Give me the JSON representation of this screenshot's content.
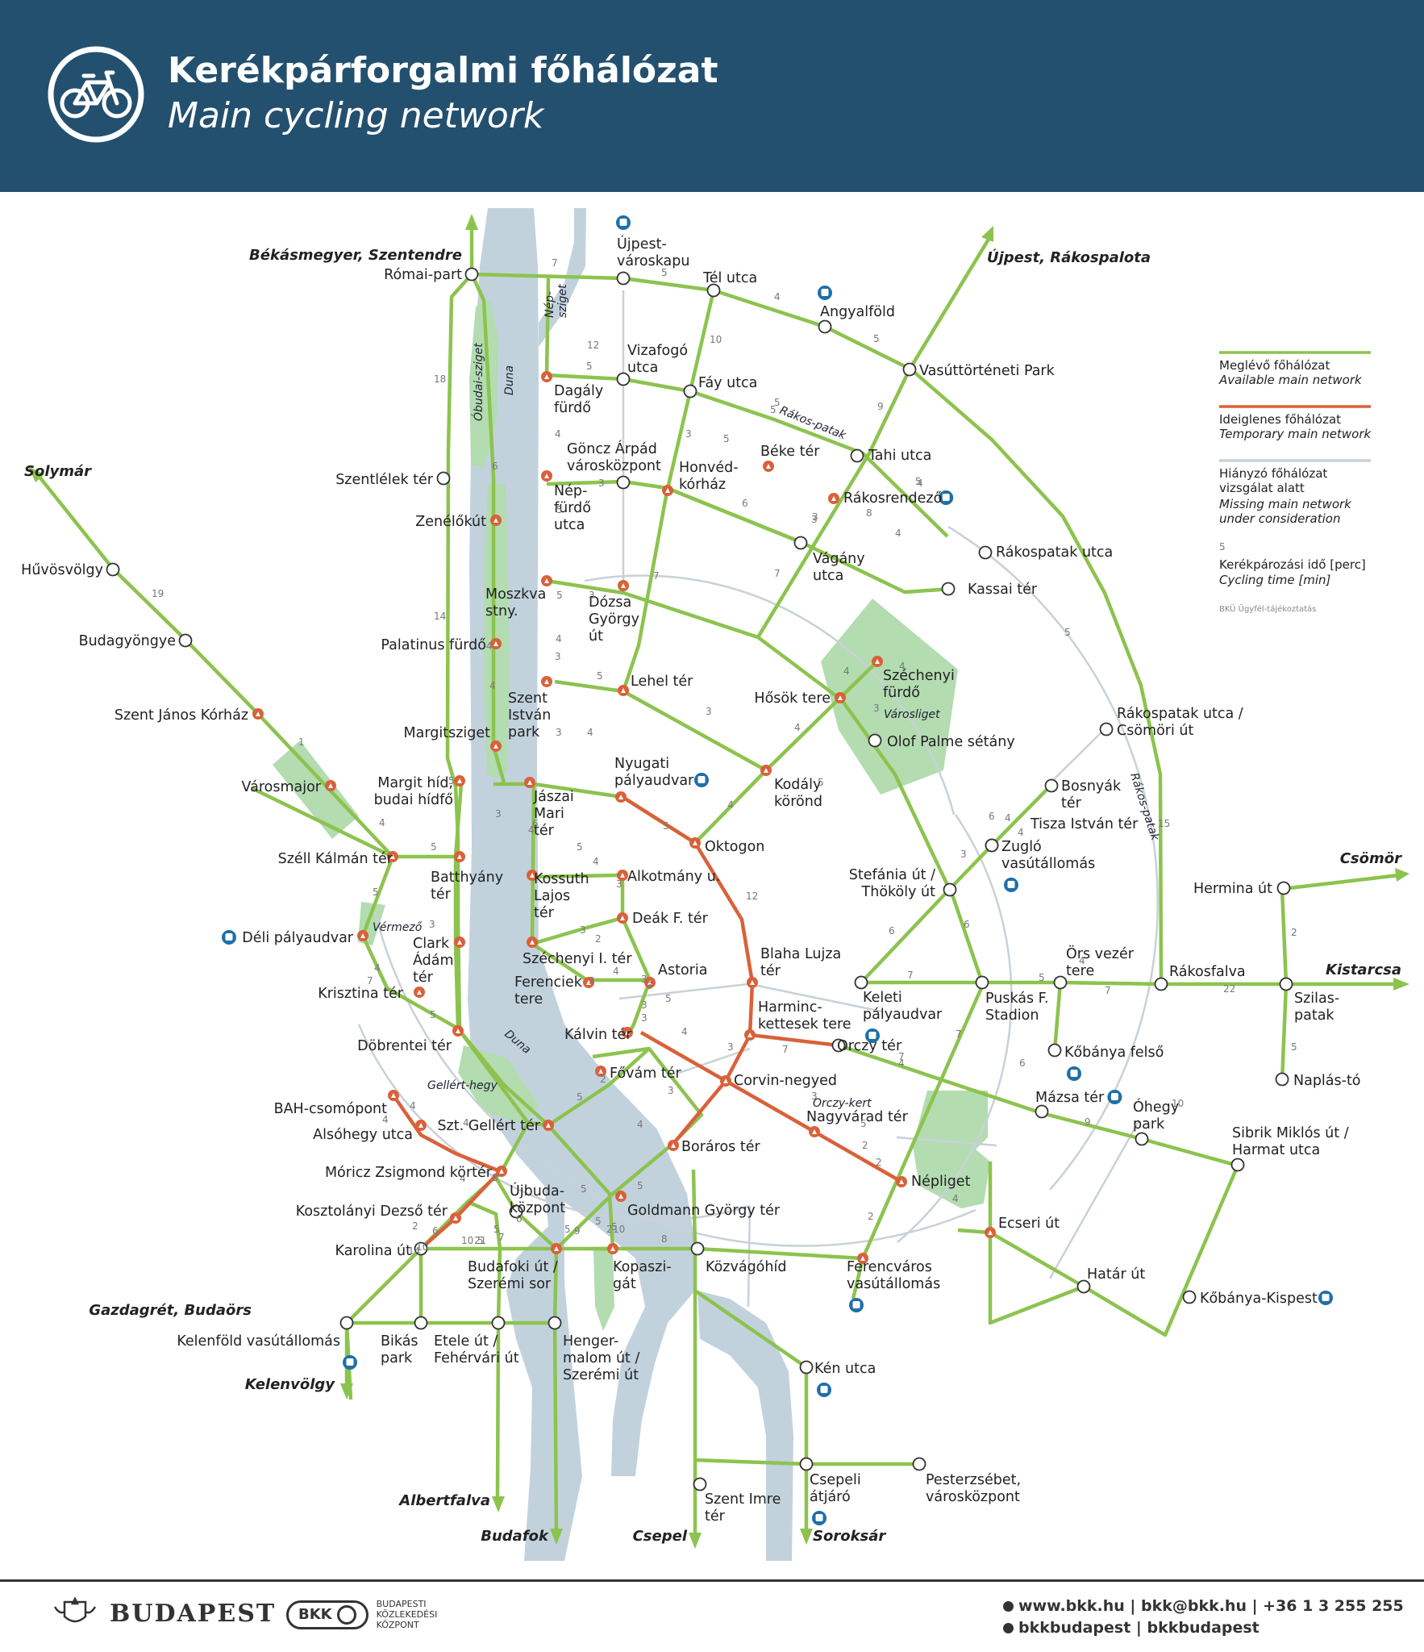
{
  "header": {
    "title_hu": "Kerékpárforgalmi főhálózat",
    "title_en": "Main cycling network"
  },
  "legend": {
    "available_hu": "Meglévő főhálózat",
    "available_en": "Available main network",
    "temporary_hu": "Ideiglenes főhálózat",
    "temporary_en": "Temporary main network",
    "missing_hu": "Hiányzó főhálózat",
    "missing_sub1": "vizsgálat alatt",
    "missing_en1": "Missing main network",
    "missing_en2": "under consideration",
    "time_example": "5",
    "time_hu": "Kerékpározási idő [perc]",
    "time_en": "Cycling time [min]",
    "credit": "BKÜ Ügyfél-tájékoztatás"
  },
  "colors": {
    "header_bg": "#24506f",
    "available": "#8cc34e",
    "temporary": "#d9613a",
    "missing": "#c8d1d8",
    "river": "#c2d2dd",
    "park": "#b3dcb1",
    "transit": "#1f6fa8"
  },
  "destinations": [
    {
      "id": "bekasmegyer",
      "label": "Békásmegyer, Szentendre"
    },
    {
      "id": "ujpest_rp",
      "label": "Újpest, Rákospalota"
    },
    {
      "id": "solymar",
      "label": "Solymár"
    },
    {
      "id": "csomor",
      "label": "Csömör"
    },
    {
      "id": "kistarcsa",
      "label": "Kistarcsa"
    },
    {
      "id": "gazdagret",
      "label": "Gazdagrét, Budaörs"
    },
    {
      "id": "kelenvolgy",
      "label": "Kelenvölgy"
    },
    {
      "id": "albertfalva",
      "label": "Albertfalva"
    },
    {
      "id": "budafok",
      "label": "Budafok"
    },
    {
      "id": "csepel",
      "label": "Csepel"
    },
    {
      "id": "soroksar",
      "label": "Soroksár"
    }
  ],
  "area_labels": [
    {
      "id": "obudai",
      "label": "Óbudai-sziget"
    },
    {
      "id": "duna1",
      "label": "Duna"
    },
    {
      "id": "nepsziget1",
      "label": "Nép-"
    },
    {
      "id": "nepsziget2",
      "label": "sziget"
    },
    {
      "id": "varosliget",
      "label": "Városliget"
    },
    {
      "id": "vermezo",
      "label": "Vérmező"
    },
    {
      "id": "gellert",
      "label": "Gellért-hegy"
    },
    {
      "id": "duna2",
      "label": "Duna"
    },
    {
      "id": "orczykert",
      "label": "Orczy-kert"
    },
    {
      "id": "rakospatak1",
      "label": "Rákos-patak"
    },
    {
      "id": "rakospatak2",
      "label": "Rákos-patak"
    }
  ],
  "stations": [
    {
      "id": "romai",
      "label": [
        "Római-part"
      ]
    },
    {
      "id": "ujpestvk",
      "label": [
        "Újpest-",
        "városkapu"
      ]
    },
    {
      "id": "tel",
      "label": [
        "Tél utca"
      ]
    },
    {
      "id": "angyalfold",
      "label": [
        "Angyalföld"
      ]
    },
    {
      "id": "vasutt",
      "label": [
        "Vasúttörténeti Park"
      ]
    },
    {
      "id": "vizafogo",
      "label": [
        "Vizafogó",
        "utca"
      ]
    },
    {
      "id": "fay",
      "label": [
        "Fáy utca"
      ]
    },
    {
      "id": "dagaly",
      "label": [
        "Dagály",
        "fürdő"
      ]
    },
    {
      "id": "goncz",
      "label": [
        "Göncz Árpád",
        "városközpont"
      ]
    },
    {
      "id": "honved",
      "label": [
        "Honvéd-",
        "kórház"
      ]
    },
    {
      "id": "beke",
      "label": [
        "Béke tér"
      ]
    },
    {
      "id": "tahi",
      "label": [
        "Tahi utca"
      ]
    },
    {
      "id": "rakosrendezo",
      "label": [
        "Rákosrendező"
      ]
    },
    {
      "id": "szentlelek",
      "label": [
        "Szentlélek tér"
      ]
    },
    {
      "id": "zenelokut",
      "label": [
        "Zenélőkút"
      ]
    },
    {
      "id": "nepfurdo",
      "label": [
        "Nép-",
        "fürdő",
        "utca"
      ]
    },
    {
      "id": "vagany",
      "label": [
        "Vágány",
        "utca"
      ]
    },
    {
      "id": "rakospatakutca",
      "label": [
        "Rákospatak utca"
      ]
    },
    {
      "id": "kassai",
      "label": [
        "Kassai tér"
      ]
    },
    {
      "id": "huvosvolgy",
      "label": [
        "Hűvösvölgy"
      ]
    },
    {
      "id": "moszkva",
      "label": [
        "Moszkva",
        "stny."
      ]
    },
    {
      "id": "dozsa",
      "label": [
        "Dózsa",
        "György",
        "út"
      ]
    },
    {
      "id": "budagyongye",
      "label": [
        "Budagyöngye"
      ]
    },
    {
      "id": "palatinus",
      "label": [
        "Palatinus fürdő"
      ]
    },
    {
      "id": "lehel",
      "label": [
        "Lehel tér"
      ]
    },
    {
      "id": "szechenyifurdo",
      "label": [
        "Széchenyi",
        "fürdő"
      ]
    },
    {
      "id": "hosok",
      "label": [
        "Hősök tere"
      ]
    },
    {
      "id": "szentjanos",
      "label": [
        "Szent János Kórház"
      ]
    },
    {
      "id": "szentistvan",
      "label": [
        "Szent",
        "István",
        "park"
      ]
    },
    {
      "id": "margitsziget",
      "label": [
        "Margitsziget"
      ]
    },
    {
      "id": "olofpalme",
      "label": [
        "Olof Palme sétány"
      ]
    },
    {
      "id": "rakcsom",
      "label": [
        "Rákospatak utca /",
        "Csömöri út"
      ]
    },
    {
      "id": "varosmajor",
      "label": [
        "Városmajor"
      ]
    },
    {
      "id": "margithid",
      "label": [
        "Margit híd,",
        "budai hídfő"
      ]
    },
    {
      "id": "jaszai",
      "label": [
        "Jászai",
        "Mari",
        "tér"
      ]
    },
    {
      "id": "nyugati",
      "label": [
        "Nyugati",
        "pályaudvar"
      ]
    },
    {
      "id": "kodaly",
      "label": [
        "Kodály",
        "körönd"
      ]
    },
    {
      "id": "bosnyak",
      "label": [
        "Bosnyák",
        "tér"
      ]
    },
    {
      "id": "tisza",
      "label": [
        "Tisza István tér"
      ]
    },
    {
      "id": "oktogon",
      "label": [
        "Oktogon"
      ]
    },
    {
      "id": "zuglo",
      "label": [
        "Zugló",
        "vasútállomás"
      ]
    },
    {
      "id": "szell",
      "label": [
        "Széll Kálmán tér"
      ]
    },
    {
      "id": "batthyany",
      "label": [
        "Batthyány",
        "tér"
      ]
    },
    {
      "id": "kossuth",
      "label": [
        "Kossuth",
        "Lajos",
        "tér"
      ]
    },
    {
      "id": "alkotmany",
      "label": [
        "Alkotmány u."
      ]
    },
    {
      "id": "stefania",
      "label": [
        "Stefánia út /",
        "Thököly út"
      ]
    },
    {
      "id": "hermina",
      "label": [
        "Hermina út"
      ]
    },
    {
      "id": "deak",
      "label": [
        "Deák F. tér"
      ]
    },
    {
      "id": "deli",
      "label": [
        "Déli pályaudvar"
      ]
    },
    {
      "id": "clark",
      "label": [
        "Clark",
        "Ádám",
        "tér"
      ]
    },
    {
      "id": "szechenyiter",
      "label": [
        "Széchenyi I. tér"
      ]
    },
    {
      "id": "blaha",
      "label": [
        "Blaha Lujza",
        "tér"
      ]
    },
    {
      "id": "orsvezer",
      "label": [
        "Örs vezér",
        "tere"
      ]
    },
    {
      "id": "astoria",
      "label": [
        "Astoria"
      ]
    },
    {
      "id": "ferenciek",
      "label": [
        "Ferenciek",
        "tere"
      ]
    },
    {
      "id": "rakosfalva",
      "label": [
        "Rákosfalva"
      ]
    },
    {
      "id": "krisztina",
      "label": [
        "Krisztina tér"
      ]
    },
    {
      "id": "keleti",
      "label": [
        "Keleti",
        "pályaudvar"
      ]
    },
    {
      "id": "puskas",
      "label": [
        "Puskás F.",
        "Stadion"
      ]
    },
    {
      "id": "szilaspatak",
      "label": [
        "Szilas-",
        "patak"
      ]
    },
    {
      "id": "harminckettesek",
      "label": [
        "Harminc-",
        "kettesek tere"
      ]
    },
    {
      "id": "kalvin",
      "label": [
        "Kálvin tér"
      ]
    },
    {
      "id": "orczyter",
      "label": [
        "Orczy tér"
      ]
    },
    {
      "id": "dobrentei",
      "label": [
        "Döbrentei tér"
      ]
    },
    {
      "id": "kobanyafelso",
      "label": [
        "Kőbánya felső"
      ]
    },
    {
      "id": "fovam",
      "label": [
        "Fővám tér"
      ]
    },
    {
      "id": "corvin",
      "label": [
        "Corvin-negyed"
      ]
    },
    {
      "id": "naplas",
      "label": [
        "Naplás-tó"
      ]
    },
    {
      "id": "mazsa",
      "label": [
        "Mázsa tér"
      ]
    },
    {
      "id": "ohegy",
      "label": [
        "Óhegy",
        "park"
      ]
    },
    {
      "id": "bah",
      "label": [
        "BAH-csomópont"
      ]
    },
    {
      "id": "nagyvarad",
      "label": [
        "Nagyvárad tér"
      ]
    },
    {
      "id": "gellertter",
      "label": [
        "Szt. Gellért tér"
      ]
    },
    {
      "id": "alsohegy",
      "label": [
        "Alsóhegy utca"
      ]
    },
    {
      "id": "sibrik",
      "label": [
        "Sibrik Miklós út /",
        "Harmat utca"
      ]
    },
    {
      "id": "boraros",
      "label": [
        "Boráros tér"
      ]
    },
    {
      "id": "moricz",
      "label": [
        "Móricz Zsigmond körtér"
      ]
    },
    {
      "id": "nepliget",
      "label": [
        "Népliget"
      ]
    },
    {
      "id": "ujbuda",
      "label": [
        "Újbuda-",
        "központ"
      ]
    },
    {
      "id": "goldmann",
      "label": [
        "Goldmann György tér"
      ]
    },
    {
      "id": "kosztolanyi",
      "label": [
        "Kosztolányi Dezső tér"
      ]
    },
    {
      "id": "ecseri",
      "label": [
        "Ecseri út"
      ]
    },
    {
      "id": "karolina",
      "label": [
        "Karolina út"
      ]
    },
    {
      "id": "kozvagohid",
      "label": [
        "Közvágóhíd"
      ]
    },
    {
      "id": "budafokiut",
      "label": [
        "Budafoki út /",
        "Szerémi sor"
      ]
    },
    {
      "id": "kopaszi",
      "label": [
        "Kopaszi-",
        "gát"
      ]
    },
    {
      "id": "ferencvaros",
      "label": [
        "Ferencváros",
        "vasútállomás"
      ]
    },
    {
      "id": "hatar",
      "label": [
        "Határ út"
      ]
    },
    {
      "id": "kobanyakispest",
      "label": [
        "Kőbánya-Kispest"
      ]
    },
    {
      "id": "kelenfold",
      "label": [
        "Kelenföld vasútállomás"
      ]
    },
    {
      "id": "bikas",
      "label": [
        "Bikás",
        "park"
      ]
    },
    {
      "id": "etele",
      "label": [
        "Etele út /",
        "Fehérvári út"
      ]
    },
    {
      "id": "hengermalom",
      "label": [
        "Henger-",
        "malom út /",
        "Szerémi út"
      ]
    },
    {
      "id": "ken",
      "label": [
        "Kén utca"
      ]
    },
    {
      "id": "csepeliatjaro",
      "label": [
        "Csepeli",
        "átjáró"
      ]
    },
    {
      "id": "pesterzsebet",
      "label": [
        "Pesterzsébet,",
        "városközpont"
      ]
    },
    {
      "id": "szentimre",
      "label": [
        "Szent Imre",
        "tér"
      ]
    }
  ],
  "times": [
    "7",
    "5",
    "4",
    "5",
    "12",
    "5",
    "10",
    "18",
    "6",
    "4",
    "5",
    "5",
    "3",
    "5",
    "3",
    "3",
    "6",
    "4",
    "9",
    "4",
    "5",
    "3",
    "7",
    "19",
    "14",
    "4",
    "5",
    "5",
    "3",
    "4",
    "5",
    "4",
    "3",
    "7",
    "8",
    "5",
    "1",
    "4",
    "5",
    "3",
    "4",
    "3",
    "4",
    "5",
    "4",
    "4",
    "3",
    "3",
    "4",
    "6",
    "15",
    "4",
    "5",
    "5",
    "4",
    "5",
    "4",
    "5",
    "3",
    "6",
    "4",
    "3",
    "2",
    "3",
    "3",
    "4",
    "3",
    "3",
    "12",
    "6",
    "6",
    "7",
    "7",
    "22",
    "4",
    "6",
    "5",
    "3",
    "3",
    "3",
    "5",
    "4",
    "7",
    "4",
    "5",
    "7",
    "7",
    "9",
    "10",
    "2",
    "5",
    "7",
    "5",
    "4",
    "3",
    "2",
    "4",
    "3",
    "3",
    "2",
    "2",
    "4",
    "4",
    "4",
    "4",
    "4",
    "8",
    "6",
    "5",
    "5",
    "5",
    "2",
    "2",
    "6",
    "14",
    "10",
    "5",
    "5",
    "5",
    "7",
    "5",
    "2",
    "10",
    "21",
    "10",
    "9",
    "5",
    "8"
  ],
  "footer": {
    "budapest": "BUDAPEST",
    "bkk": "BKK",
    "bkk_text1": "BUDAPESTI",
    "bkk_text2": "KÖZLEKEDÉSI",
    "bkk_text3": "KÖZPONT",
    "contact": "www.bkk.hu | bkk@bkk.hu | +36 1 3 255 255",
    "social": "bkkbudapest | bkkbudapest"
  }
}
